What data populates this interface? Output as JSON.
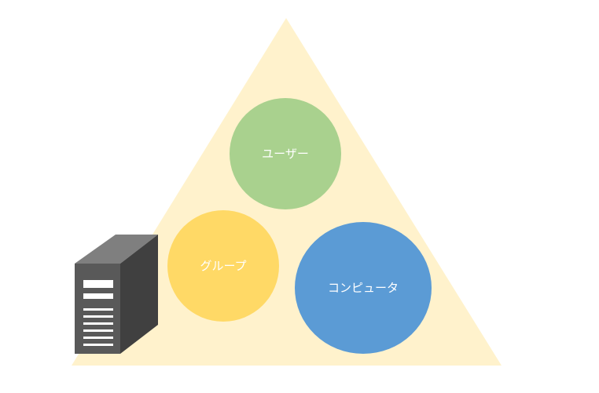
{
  "diagram": {
    "background_triangle_color": "#FFF2CC",
    "nodes": [
      {
        "id": "user",
        "label": "ユーザー",
        "color": "#A9D18E"
      },
      {
        "id": "group",
        "label": "グループ",
        "color": "#FFD966"
      },
      {
        "id": "computer",
        "label": "コンピュータ",
        "color": "#5B9BD5"
      }
    ],
    "server_icon": {
      "name": "server-tower-icon",
      "colors": {
        "front": "#595959",
        "side": "#404040",
        "top": "#7F7F7F",
        "stripes": "#FFFFFF"
      }
    }
  }
}
